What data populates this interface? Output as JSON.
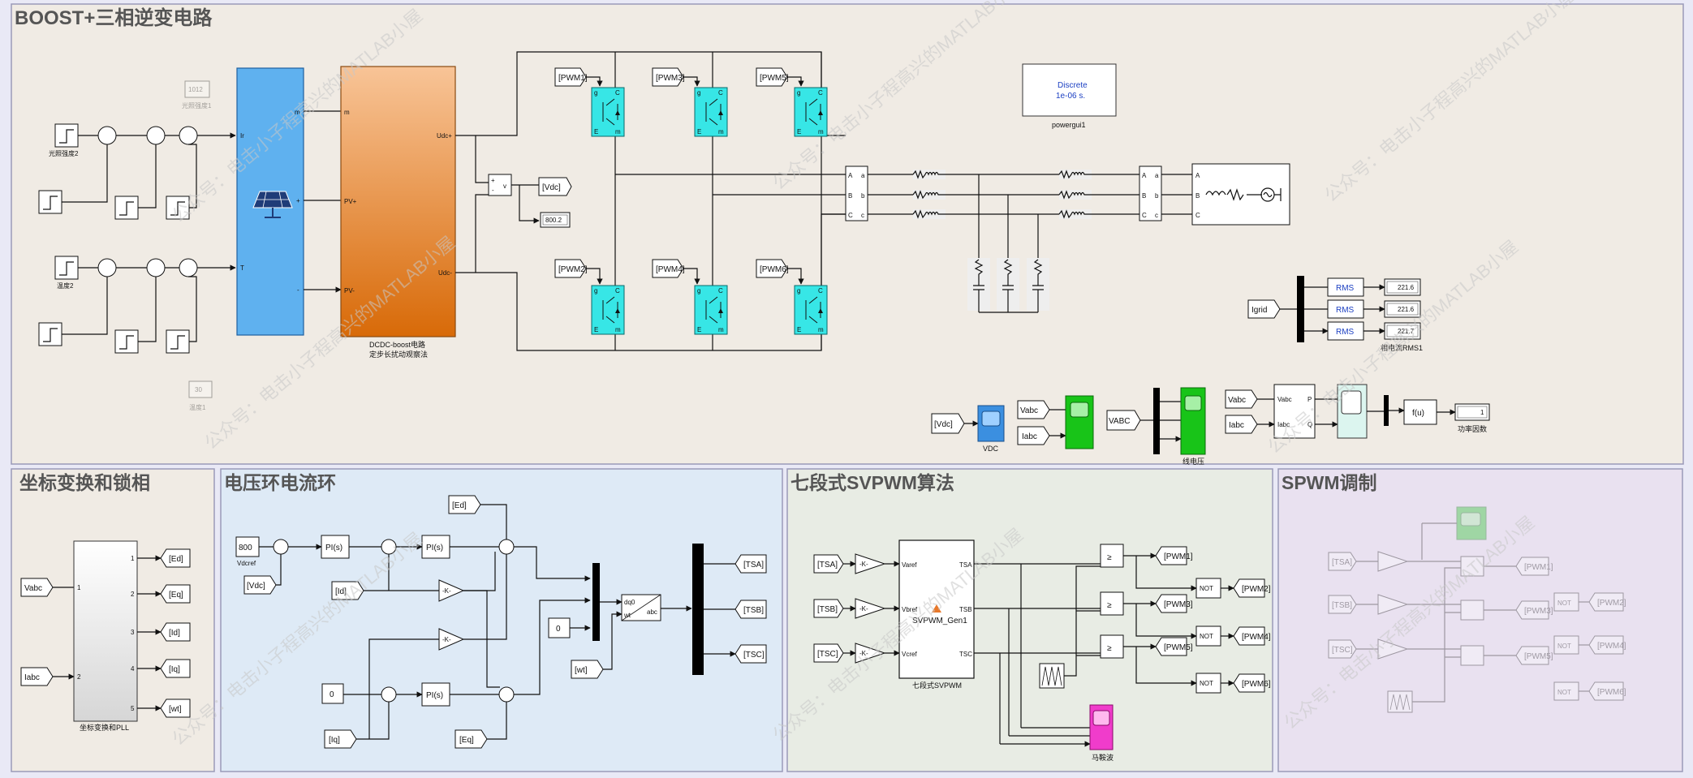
{
  "areas": {
    "main": "BOOST+三相逆变电路",
    "coord": "坐标变换和锁相",
    "loop": "电压环电流环",
    "svpwm": "七段式SVPWM算法",
    "spwm": "SPWM调制"
  },
  "pv": {
    "const_light": "1012",
    "const_light_label": "光照强度1",
    "step_light_label": "光照强度2",
    "const_temp": "30",
    "const_temp_label": "温度1",
    "step_temp_label": "温度2",
    "port_ir": "Ir",
    "port_t": "T",
    "port_m": "m",
    "port_plus": "+",
    "port_minus": "-",
    "boost_port_pvp": "PV+",
    "boost_port_pvm": "PV-",
    "boost_port_udcp": "Udc+",
    "boost_port_udcm": "Udc-",
    "boost_caption_1": "DCDC-boost电路",
    "boost_caption_2": "定步长扰动观察法"
  },
  "meas": {
    "vdc_tag": "[Vdc]",
    "vdc_display": "800.2",
    "v_label": "v"
  },
  "inverter": {
    "pwm_tags": [
      "[PWM1]",
      "[PWM3]",
      "[PWM5]",
      "[PWM2]",
      "[PWM4]",
      "[PWM6]"
    ],
    "igbt_g": "g",
    "igbt_c": "C",
    "igbt_e": "E",
    "igbt_m": "m"
  },
  "powergui": {
    "line1": "Discrete",
    "line2": "1e-06 s.",
    "caption": "powergui1"
  },
  "bus": {
    "phase_upper": [
      "A",
      "B",
      "C"
    ],
    "phase_lower": [
      "a",
      "b",
      "c"
    ]
  },
  "rms": {
    "igrid_tag": "Igrid",
    "block_label": "RMS",
    "values": [
      "221.6",
      "221.6",
      "221.7"
    ],
    "caption": "相电流RMS1"
  },
  "scopes": {
    "vdc_tag": "[Vdc]",
    "vdc_caption": "VDC",
    "vabc_tag": "Vabc",
    "iabc_tag": "Iabc",
    "vabc2_tag": "VABC",
    "line_caption": "线电压",
    "pq_vabc": "Vabc",
    "pq_iabc": "Iabc",
    "pq_in_vabc": "Vabc",
    "pq_in_iabc": "Iabc",
    "pq_out_p": "P",
    "pq_out_q": "Q",
    "fcn_label": "f(u)",
    "pf_value": "1",
    "pf_caption": "功率因数"
  },
  "coord": {
    "in_vabc": "Vabc",
    "in_iabc": "Iabc",
    "in_port_1": "1",
    "in_port_2": "2",
    "out_ports": [
      "1",
      "2",
      "3",
      "4",
      "5"
    ],
    "out_tags": [
      "[Ed]",
      "[Eq]",
      "[Id]",
      "[Iq]",
      "[wt]"
    ],
    "caption": "坐标变换和PLL"
  },
  "loop": {
    "const_800": "800",
    "vdcref_label": "Vdcref",
    "vdc_tag": "[Vdc]",
    "pi_label": "PI(s)",
    "id_tag": "[Id]",
    "iq_tag": "[Iq]",
    "zero_1": "0",
    "zero_2": "0",
    "gain_label": "-K-",
    "ed_tag": "[Ed]",
    "eq_tag": "[Eq]",
    "wt_tag": "[wt]",
    "dq0_label": "dq0",
    "wt_port": "wt",
    "abc_label": "abc",
    "out_tags": [
      "[TSA]",
      "[TSB]",
      "[TSC]"
    ]
  },
  "svpwm": {
    "in_tags": [
      "[TSA]",
      "[TSB]",
      "[TSC]"
    ],
    "gain_label": "-K-",
    "in_ports": [
      "Varef",
      "Vbref",
      "Vcref"
    ],
    "out_ports": [
      "TSA",
      "TSB",
      "TSC"
    ],
    "block_name": "SVPWM_Gen1",
    "caption": "七段式SVPWM",
    "compare_symbol": "≥",
    "not_label": "NOT",
    "goto_upper": [
      "[PWM1]",
      "[PWM3]",
      "[PWM5]"
    ],
    "goto_lower": [
      "[PWM2]",
      "[PWM4]",
      "[PWM6]"
    ],
    "scope_caption": "马鞍波"
  },
  "spwm": {
    "in_tags": [
      "[TSA]",
      "[TSB]",
      "[TSC]"
    ],
    "goto_upper": [
      "[PWM1]",
      "[PWM3]",
      "[PWM5]"
    ],
    "goto_lower": [
      "[PWM2]",
      "[PWM4]",
      "[PWM6]"
    ],
    "not_label": "NOT"
  },
  "colors": {
    "pv_block": "#5fb1ef",
    "boost_top": "#f8c497",
    "boost_bottom": "#d86a08",
    "igbt": "#37e6e6",
    "scope_green": "#18c418",
    "scope_blue": "#3b8fe0",
    "scope_magenta": "#f03ccb",
    "scope_pale": "#dcf5ef",
    "area_main": "#f0ebe4",
    "area_coord": "#f0ebe4",
    "area_loop": "#deeaf6",
    "area_svpwm": "#e8ece4",
    "area_spwm": "#e9e1f0"
  }
}
